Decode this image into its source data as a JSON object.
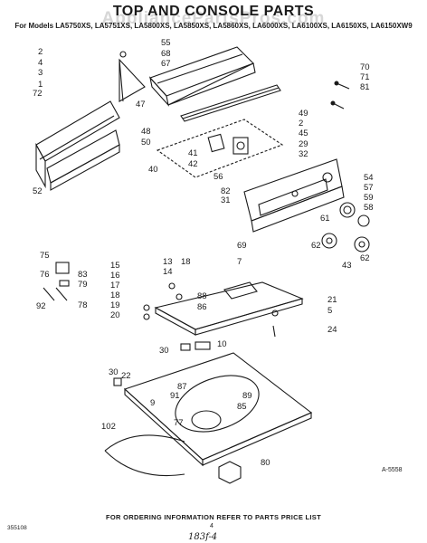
{
  "header": {
    "title": "TOP AND CONSOLE PARTS",
    "models": "For Models LA5750XS, LA5751XS, LA5800XS, LA5850XS, LA5860XS, LA6000XS, LA6100XS, LA6150XS, LA6150XW9",
    "watermark": "AppliancePartsPros.com"
  },
  "callouts": [
    "55",
    "68",
    "67",
    "2",
    "4",
    "3",
    "1",
    "72",
    "47",
    "70",
    "71",
    "81",
    "49",
    "2",
    "45",
    "48",
    "50",
    "29",
    "32",
    "41",
    "42",
    "40",
    "56",
    "82",
    "31",
    "54",
    "57",
    "59",
    "58",
    "61",
    "62",
    "43",
    "62",
    "52",
    "69",
    "13",
    "18",
    "14",
    "7",
    "15",
    "16",
    "17",
    "18",
    "19",
    "20",
    "88",
    "86",
    "21",
    "5",
    "24",
    "75",
    "76",
    "83",
    "79",
    "92",
    "78",
    "30",
    "10",
    "30",
    "22",
    "9",
    "87",
    "89",
    "91",
    "85",
    "77",
    "102",
    "80"
  ],
  "footer": {
    "ordering_note": "FOR ORDERING INFORMATION REFER TO PARTS PRICE LIST",
    "doc_number": "355108",
    "page_number": "4",
    "handwritten": "183f-4",
    "figure_code": "A-5558"
  }
}
